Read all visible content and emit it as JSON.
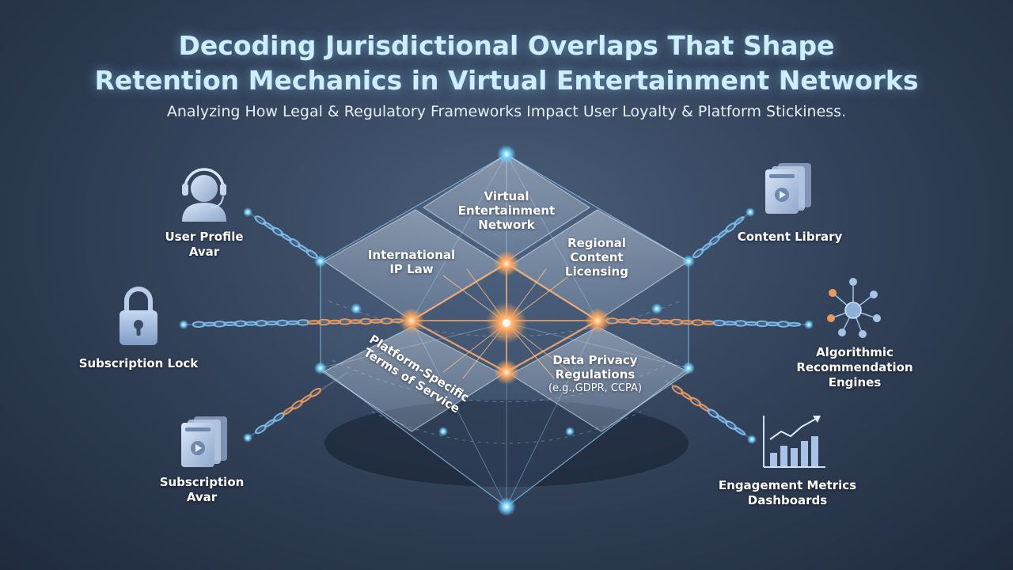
{
  "header": {
    "title_line1": "Decoding Jurisdictional Overlaps That Shape",
    "title_line2": "Retention Mechanics in Virtual Entertainment Networks",
    "subtitle": "Analyzing How Legal & Regulatory Frameworks Impact User Loyalty & Platform Stickiness."
  },
  "center": {
    "network_label": [
      "Virtual",
      "Entertainment",
      "Network"
    ],
    "zones": {
      "international_ip": [
        "International",
        "IP Law"
      ],
      "regional_licensing": [
        "Regional",
        "Content",
        "Licensing"
      ],
      "platform_tos": [
        "Platform-Specific",
        "Terms of Service"
      ],
      "data_privacy": [
        "Data Privacy",
        "Regulations",
        "(e.g.,GDPR, CCPA)"
      ]
    }
  },
  "left_nodes": {
    "user_profile": [
      "User Profile",
      "Avar"
    ],
    "subscription_lock": [
      "Subscription Lock"
    ],
    "subscription_avar": [
      "Subscription",
      "Avar"
    ]
  },
  "right_nodes": {
    "content_library": [
      "Content Library"
    ],
    "recommendation": [
      "Algorithmic",
      "Recommendation",
      "Engines"
    ],
    "engagement": [
      "Engagement Metrics",
      "Dashboards"
    ]
  },
  "icons": {
    "user_profile": "headset-user-icon",
    "subscription_lock": "padlock-icon",
    "subscription_avar": "media-cards-icon",
    "content_library": "media-cards-icon",
    "recommendation": "network-hub-icon",
    "engagement": "bar-chart-icon"
  },
  "colors": {
    "title": "#cdeefe",
    "glow_orange": "#ffa860",
    "glow_blue": "#6fd0ff",
    "chain_blue": "#7ab8e8",
    "chain_orange": "#e8955a"
  }
}
